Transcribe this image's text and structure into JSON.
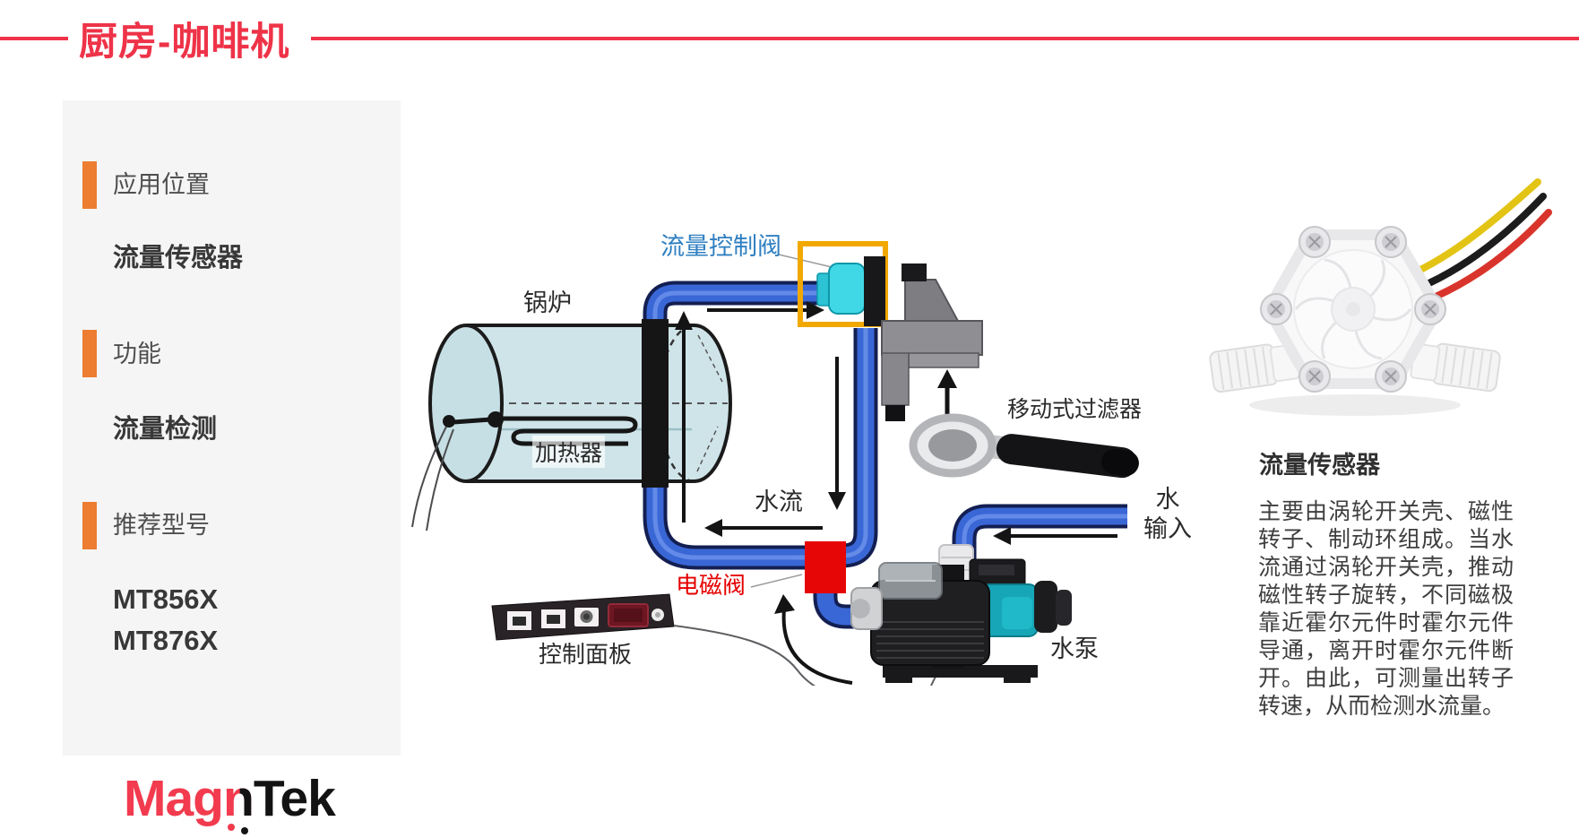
{
  "header": {
    "title": "厨房-咖啡机"
  },
  "sidebar": {
    "sections": [
      {
        "label": "应用位置",
        "value": "流量传感器"
      },
      {
        "label": "功能",
        "value": "流量检测"
      },
      {
        "label": "推荐型号",
        "models": [
          "MT856X",
          "MT876X"
        ]
      }
    ]
  },
  "diagram": {
    "labels": {
      "flow_control_valve": "流量控制阀",
      "boiler": "锅炉",
      "heater": "加热器",
      "water_flow": "水流",
      "portable_filter": "移动式过滤器",
      "solenoid_valve": "电磁阀",
      "control_panel": "控制面板",
      "water_pump": "水泵",
      "water_input_line1": "水",
      "water_input_line2": "输入"
    }
  },
  "sensor_panel": {
    "title": "流量传感器",
    "description": "主要由涡轮开关壳、磁性转子、制动环组成。当水流通过涡轮开关壳，推动磁性转子旋转，不同磁极靠近霍尔元件时霍尔元件导通，离开时霍尔元件断开。由此，可测量出转子转速，从而检测水流量。"
  },
  "logo": {
    "mag": "Mag",
    "n": "n",
    "tek": "Tek"
  },
  "colors": {
    "accent_red": "#ee3348",
    "accent_orange": "#ed7d31",
    "sidebar_bg": "#f5f5f6",
    "label_blue": "#2f7fc1",
    "label_red": "#e60000",
    "pipe_blue": "#3a67d6",
    "pipe_outline": "#131f52",
    "valve_cyan": "#40d8e6",
    "highlight_box_orange": "#f1a800",
    "solenoid_red": "#e60606",
    "pump_teal": "#17a6b7",
    "boiler_fill": "#cfe4e9",
    "logo_red": "#f23b4e",
    "logo_black": "#131313",
    "body_text": "#3e3e3e"
  }
}
